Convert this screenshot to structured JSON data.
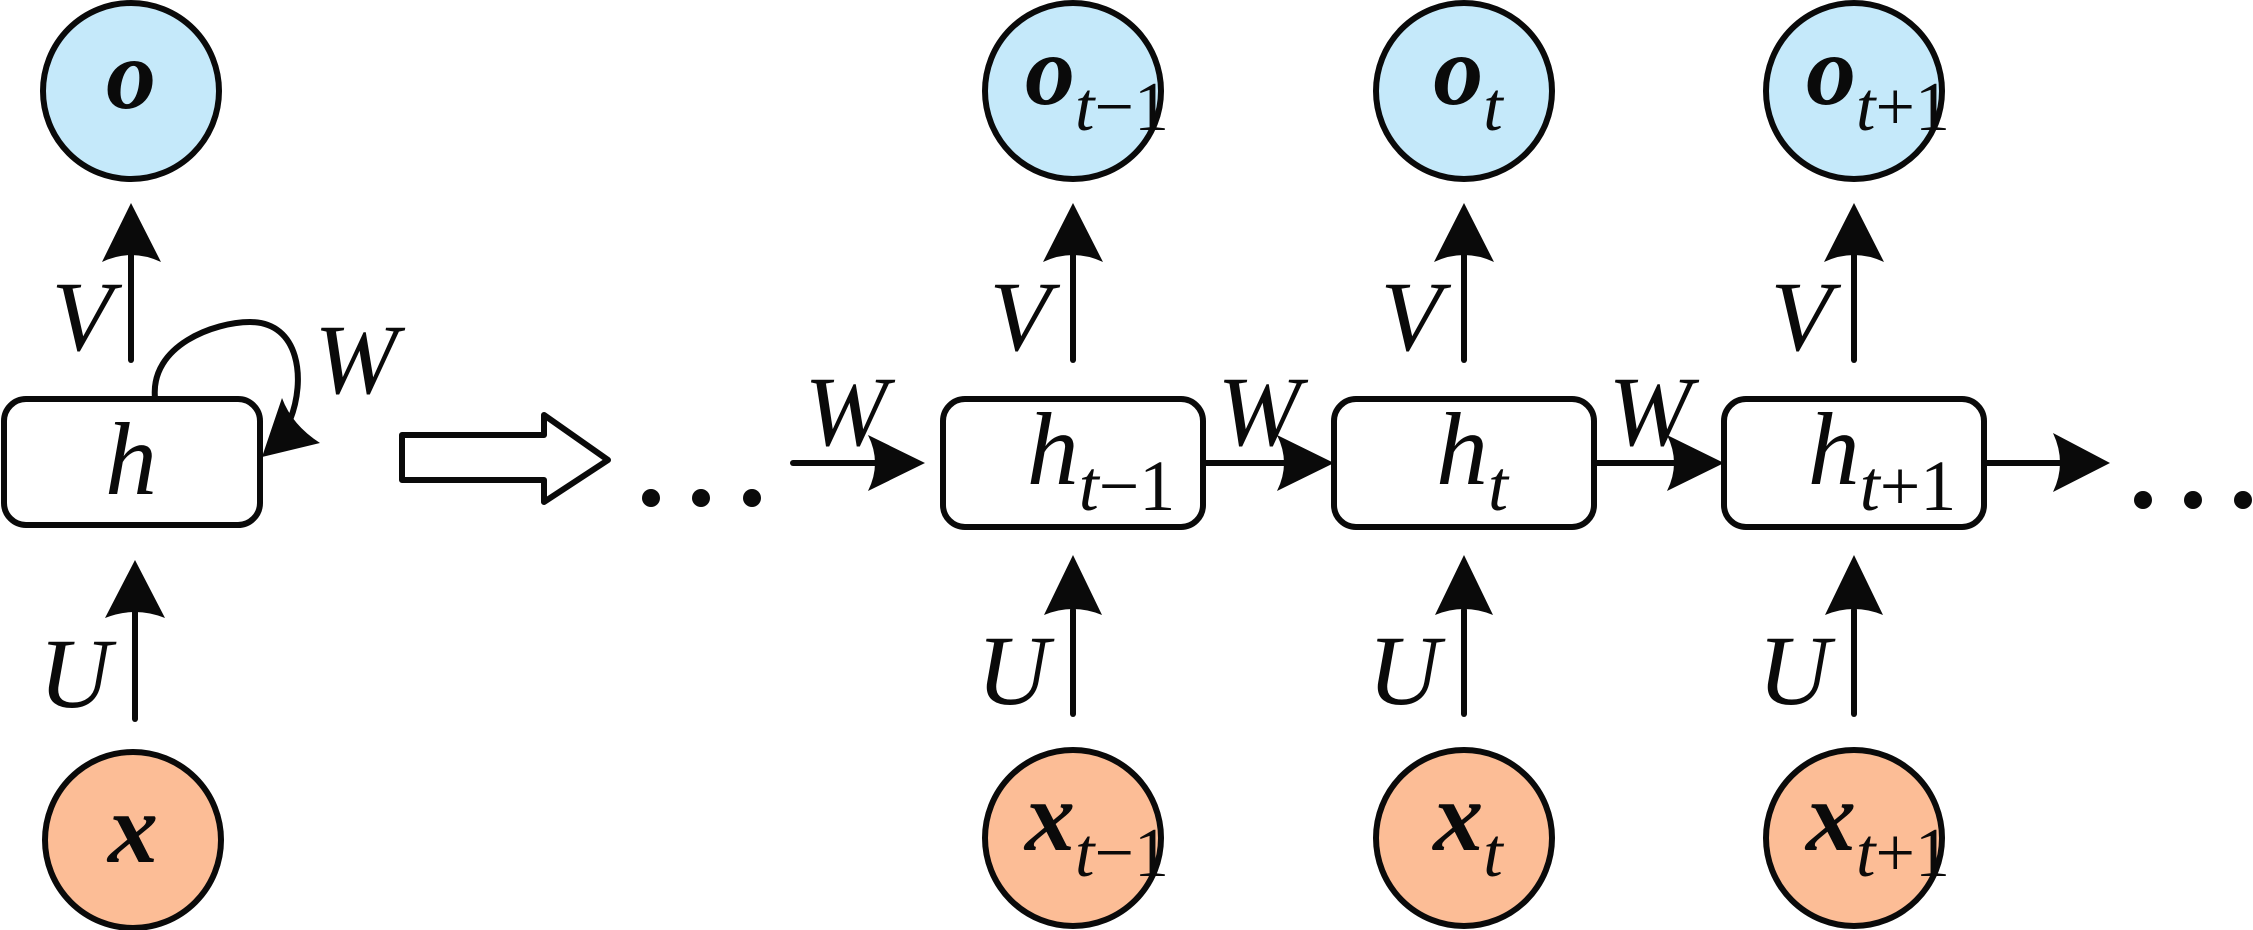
{
  "diagram": {
    "title": "Recurrent neural network folded and unrolled through time",
    "colors": {
      "output_fill": "#c5e9fa",
      "input_fill": "#fcbd96",
      "hidden_fill": "#ffffff",
      "stroke": "#0a0a0a"
    },
    "folded": {
      "output": {
        "base": "o",
        "sub": ""
      },
      "hidden": {
        "base": "h",
        "sub": ""
      },
      "input": {
        "base": "x",
        "sub": ""
      },
      "edges": {
        "input_to_hidden": "U",
        "hidden_to_output": "V",
        "recurrent": "W"
      }
    },
    "transform_arrow": "unfold",
    "ellipsis_left": "…",
    "ellipsis_right": "…",
    "incoming_edge_label": "W",
    "steps": [
      {
        "output": {
          "base": "o",
          "sub_t": "t",
          "sub_rest": "−1"
        },
        "hidden": {
          "base": "h",
          "sub_t": "t",
          "sub_rest": "−1"
        },
        "input": {
          "base": "x",
          "sub_t": "t",
          "sub_rest": "−1"
        },
        "u_label": "U",
        "v_label": "V",
        "w_out_label": "W"
      },
      {
        "output": {
          "base": "o",
          "sub_t": "t",
          "sub_rest": ""
        },
        "hidden": {
          "base": "h",
          "sub_t": "t",
          "sub_rest": ""
        },
        "input": {
          "base": "x",
          "sub_t": "t",
          "sub_rest": ""
        },
        "u_label": "U",
        "v_label": "V",
        "w_out_label": "W"
      },
      {
        "output": {
          "base": "o",
          "sub_t": "t",
          "sub_rest": "+1"
        },
        "hidden": {
          "base": "h",
          "sub_t": "t",
          "sub_rest": "+1"
        },
        "input": {
          "base": "x",
          "sub_t": "t",
          "sub_rest": "+1"
        },
        "u_label": "U",
        "v_label": "V",
        "w_out_label": ""
      }
    ]
  }
}
